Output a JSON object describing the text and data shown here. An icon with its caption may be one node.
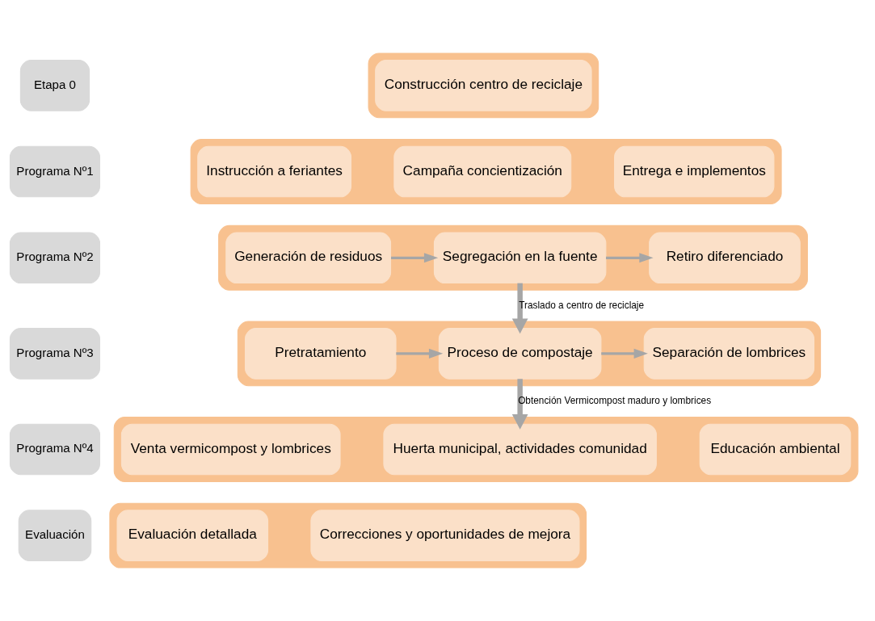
{
  "diagram": {
    "nodes": [
      {
        "text": [
          "Etapa 0"
        ]
      },
      {
        "text": [],
        "shape": "box"
      },
      {
        "text": [
          "Construcción centro de reciclaje"
        ],
        "in": 1
      },
      {
        "text": [
          "Programa Nº1"
        ]
      },
      {
        "text": [],
        "shape": "box"
      },
      {
        "text": [
          "Instrucción a feriantes"
        ],
        "in": 4
      },
      {
        "text": [
          "Campaña concientización"
        ],
        "in": 4
      },
      {
        "text": [
          "Entrega e implementos"
        ],
        "in": 4
      },
      {
        "text": [
          "Programa Nº2"
        ]
      },
      {
        "text": [],
        "shape": "box"
      },
      {
        "text": [
          "Generación de residuos"
        ],
        "in": 9
      },
      {
        "text": [
          "Segregación en la fuente"
        ],
        "in": 9
      },
      {
        "text": [
          "Retiro diferenciado"
        ],
        "in": 9
      },
      {
        "text": [
          "Programa Nº3"
        ]
      },
      {
        "text": [],
        "shape": "box"
      },
      {
        "text": [
          "Pretratamiento"
        ],
        "in": 14
      },
      {
        "text": [
          "Proceso de compostaje"
        ],
        "in": 14
      },
      {
        "text": [
          "Separación de lombrices"
        ],
        "in": 14
      },
      {
        "text": [
          "Programa Nº4"
        ]
      },
      {
        "text": [],
        "shape": "box"
      },
      {
        "text": [
          "Venta vermicompost y lombrices"
        ],
        "in": 19
      },
      {
        "text": [
          "Huerta municipal, actividades comunidad"
        ],
        "in": 19
      },
      {
        "text": [
          "Educación ambiental"
        ],
        "in": 19
      },
      {
        "text": [
          "Evaluación"
        ]
      },
      {
        "text": [],
        "shape": "box"
      },
      {
        "text": [
          "Evaluación detallada"
        ],
        "in": 24
      },
      {
        "text": [
          "Correcciones y oportunidades de mejora"
        ],
        "in": 24
      }
    ],
    "edges": [
      {
        "from": 10,
        "to": 11,
        "arrow": "to"
      },
      {
        "from": 11,
        "to": 12,
        "arrow": "to"
      },
      {
        "from": 11,
        "to": 16,
        "arrow": "to",
        "label": "Traslado a centro de reciclaje",
        "style": "thick"
      },
      {
        "from": 15,
        "to": 16,
        "arrow": "to"
      },
      {
        "from": 16,
        "to": 17,
        "arrow": "to"
      },
      {
        "from": 16,
        "to": 21,
        "arrow": "to",
        "label": "Obtención Vermicompost maduro y lombrices",
        "style": "thick"
      }
    ]
  }
}
